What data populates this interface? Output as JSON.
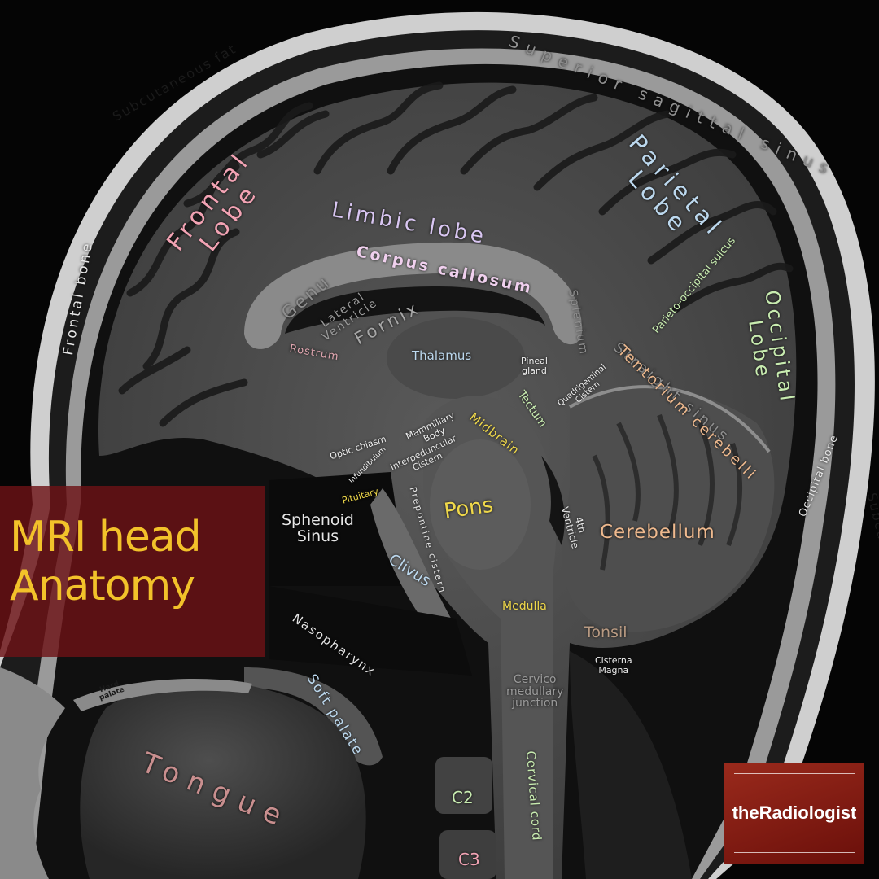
{
  "title": {
    "line1": "MRI head",
    "line2": "Anatomy",
    "color": "#f2c22a",
    "box_color": "#6c1216"
  },
  "brand": {
    "text": "theRadiologist",
    "box_color": "#7a1710"
  },
  "labels": {
    "subcutaneous_fat_top": "Subcutaneous fat",
    "superior_sagittal_sinus": "Superior sagittal sinus",
    "frontal_bone": "Frontal bone",
    "frontal_lobe": "Frontal\nLobe",
    "parietal_lobe": "Parietal\nLobe",
    "limbic_lobe": "Limbic lobe",
    "corpus_callosum": "Corpus callosum",
    "genu": "Genu",
    "lateral_ventricle": "Lateral\nVentricle",
    "fornix": "Fornix",
    "splenium": "Splenium",
    "rostrum": "Rostrum",
    "thalamus": "Thalamus",
    "pineal_gland": "Pineal\ngland",
    "tectum": "Tectum",
    "quadrigeminal_cistern": "Quadrigeminal\nCistern",
    "straight_sinus": "Straight sinus",
    "tentorium_cerebelli": "Tentorium cerebelli",
    "parieto_occipital_sulcus": "Parieto-occipital sulcus",
    "occipital_lobe": "Occipital\nLobe",
    "occipital_bone": "Occipital bone",
    "subcutaneous_fat_right": "Subcutaneous fat",
    "optic_chiasm": "Optic chiasm",
    "mammillary_body": "Mammillary\nBody",
    "interpeduncular_cistern": "Interpeduncular\nCistern",
    "infundibulum": "Infundibulum",
    "pituitary": "Pituitary",
    "midbrain": "Midbrain",
    "pons": "Pons",
    "fourth_ventricle": "4th\nVentricle",
    "cerebellum": "Cerebellum",
    "sphenoid_sinus": "Sphenoid\nSinus",
    "prepontine_cistern": "Prepontine cistern",
    "clivus": "Clivus",
    "medulla": "Medulla",
    "tonsil": "Tonsil",
    "cisterna_magna": "Cisterna\nMagna",
    "nasopharynx": "Nasopharynx",
    "cervico_medullary_junction": "Cervico\nmedullary\njunction",
    "hard_palate": "Hard\npalate",
    "soft_palate": "Soft palate",
    "tongue": "Tongue",
    "c2": "C2",
    "cervical_cord": "Cervical cord",
    "c3": "C3"
  },
  "colors": {
    "pink": "#f2a3b4",
    "lavender": "#d9c6f2",
    "light_blue": "#bcd8ee",
    "pale_green": "#c8ecb0",
    "yellow": "#efd84a",
    "orange": "#eeb98e",
    "grey": "#8f8f8f",
    "white": "#f0f0f0"
  }
}
